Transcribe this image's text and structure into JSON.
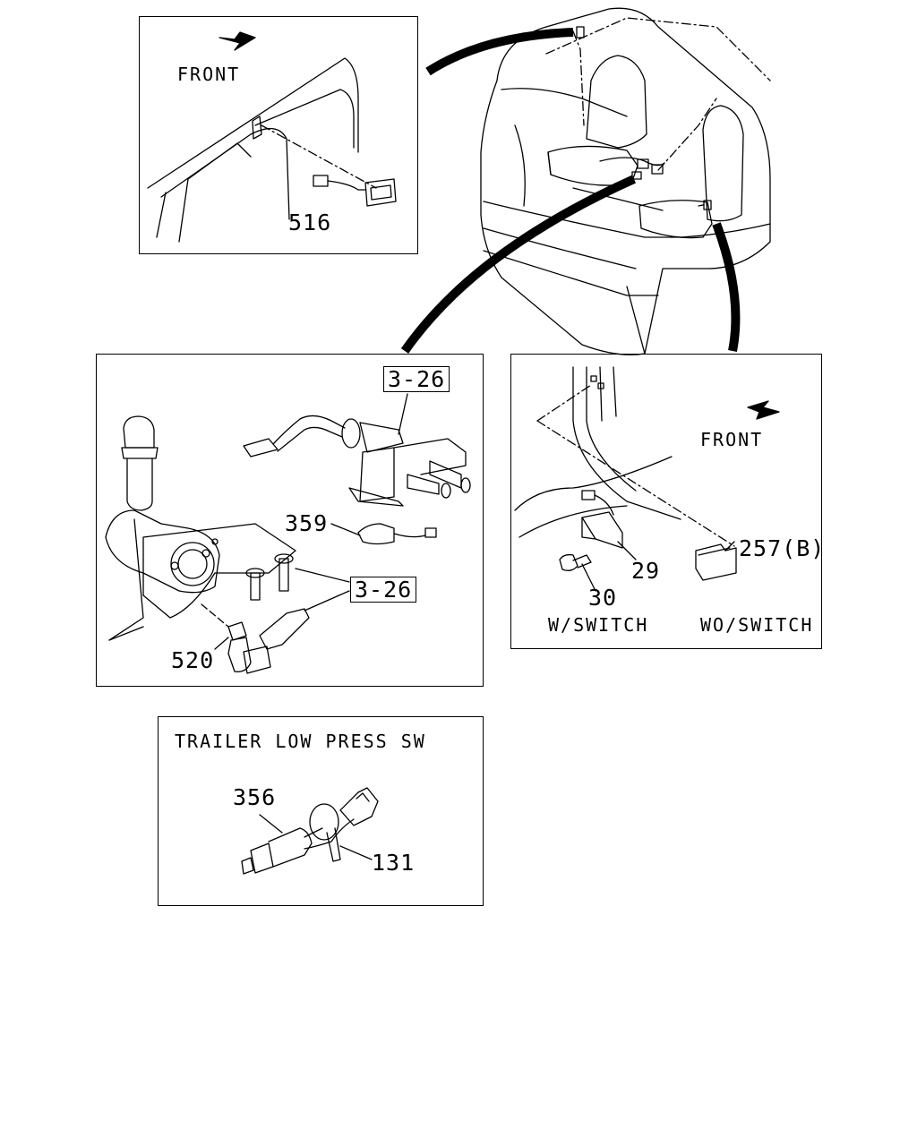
{
  "panels": {
    "top_left": {
      "front_label": "FRONT",
      "part_516": "516"
    },
    "middle_left": {
      "ref_top": "3-26",
      "part_359": "359",
      "ref_bottom": "3-26",
      "part_520": "520"
    },
    "middle_right": {
      "front_label": "FRONT",
      "part_257b": "257(B)",
      "part_29": "29",
      "part_30": "30",
      "w_switch": "W/SWITCH",
      "wo_switch": "WO/SWITCH"
    },
    "bottom": {
      "title": "TRAILER LOW PRESS SW",
      "part_356": "356",
      "part_131": "131"
    }
  }
}
